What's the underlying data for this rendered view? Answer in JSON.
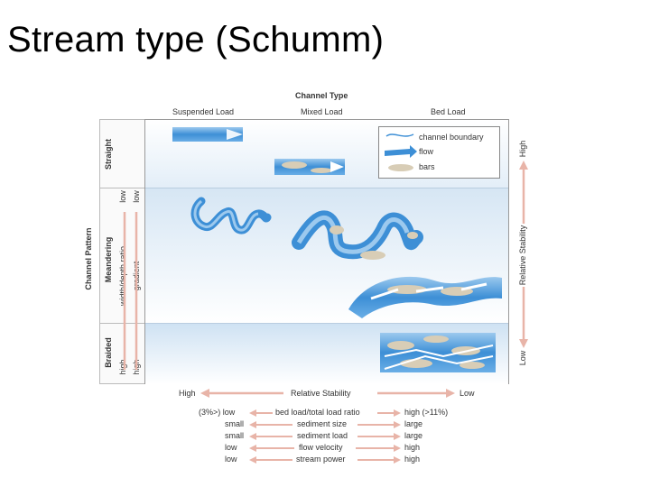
{
  "slide": {
    "title": "Stream type (Schumm)"
  },
  "header": {
    "channel_type": "Channel Type",
    "columns": [
      "Suspended Load",
      "Mixed Load",
      "Bed Load"
    ]
  },
  "left_axis": {
    "title": "Channel Pattern",
    "rows": [
      "Straight",
      "Meandering",
      "Braided"
    ],
    "width_depth_label": "width/depth ratio",
    "gradient_label": "gradient",
    "low1": "low",
    "low2": "low",
    "high1": "high",
    "high2": "high"
  },
  "right_axis": {
    "label": "Relative Stability",
    "high": "High",
    "low": "Low"
  },
  "legend": {
    "items": [
      "channel boundary",
      "flow",
      "bars"
    ]
  },
  "bottom_axis": {
    "left": "High",
    "center": "Relative Stability",
    "right": "Low"
  },
  "table": {
    "rows": [
      {
        "left": "(3%>) low",
        "center": "bed load/total load ratio",
        "right": "high  (>11%)"
      },
      {
        "left": "small",
        "center": "sediment size",
        "right": "large"
      },
      {
        "left": "small",
        "center": "sediment load",
        "right": "large"
      },
      {
        "left": "low",
        "center": "flow velocity",
        "right": "high"
      },
      {
        "left": "low",
        "center": "stream power",
        "right": "high"
      }
    ]
  },
  "colors": {
    "flow": "#3d8fd6",
    "flow_light": "#9cc9ee",
    "bars": "#d8cdb6",
    "arrow": "#e8b4a8"
  }
}
